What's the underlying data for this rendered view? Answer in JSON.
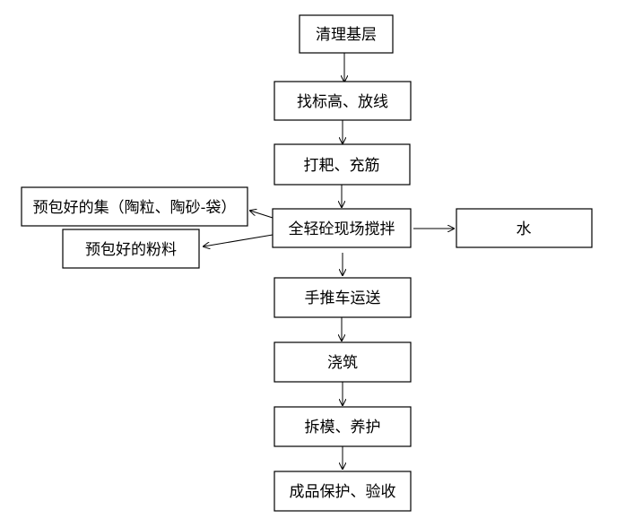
{
  "diagram": {
    "nodes": {
      "clean_base": "清理基层",
      "find_elevation": "找标高、放线",
      "rake_rebar": "打耙、充筋",
      "mixing": "全轻砼现场搅拌",
      "cart_transport": "手推车运送",
      "pouring": "浇筑",
      "demold_cure": "拆模、养护",
      "finished_protect": "成品保护、验收",
      "aggregate_bag": "预包好的集（陶粒、陶砂-袋）",
      "powder_mix": "预包好的粉料",
      "water": "水"
    },
    "edges": [
      {
        "from": "clean_base",
        "to": "find_elevation"
      },
      {
        "from": "find_elevation",
        "to": "rake_rebar"
      },
      {
        "from": "rake_rebar",
        "to": "mixing"
      },
      {
        "from": "mixing",
        "to": "cart_transport"
      },
      {
        "from": "cart_transport",
        "to": "pouring"
      },
      {
        "from": "pouring",
        "to": "demold_cure"
      },
      {
        "from": "demold_cure",
        "to": "finished_protect"
      },
      {
        "from": "mixing",
        "to": "aggregate_bag"
      },
      {
        "from": "mixing",
        "to": "powder_mix"
      },
      {
        "from": "mixing",
        "to": "water"
      }
    ]
  }
}
